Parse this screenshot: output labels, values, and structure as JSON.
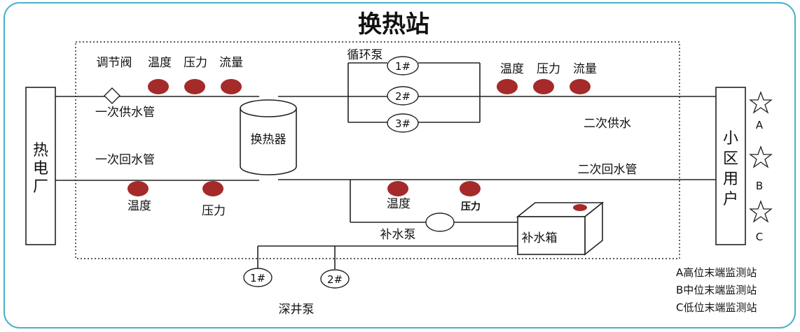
{
  "title": "换热站",
  "plant": {
    "label_chars": [
      "热",
      "电",
      "厂"
    ]
  },
  "community": {
    "label_chars": [
      "小",
      "区",
      "用",
      "户"
    ]
  },
  "labels": {
    "regulating_valve": "调节阀",
    "temperature": "温度",
    "pressure": "压力",
    "flow": "流量",
    "primary_supply": "一次供水管",
    "primary_return": "一次回水管",
    "heat_exchanger": "换热器",
    "circulation_pump": "循环泵",
    "secondary_supply": "二次供水",
    "secondary_return": "二次回水管",
    "makeup_pump": "补水泵",
    "makeup_tank": "补水箱",
    "deep_well_pump": "深井泵",
    "pressure_stylized": "压力"
  },
  "pumps": {
    "circulation": [
      "1#",
      "2#",
      "3#"
    ],
    "deep_well": [
      "1#",
      "2#"
    ]
  },
  "stations": {
    "markers": [
      "A",
      "B",
      "C"
    ],
    "legend": [
      "A高位末端监测站",
      "B中位末端监测站",
      "C低位末端监测站"
    ]
  },
  "colors": {
    "sensor": "#a52a2a",
    "frame": "#4ab0c8",
    "line": "#222222"
  }
}
